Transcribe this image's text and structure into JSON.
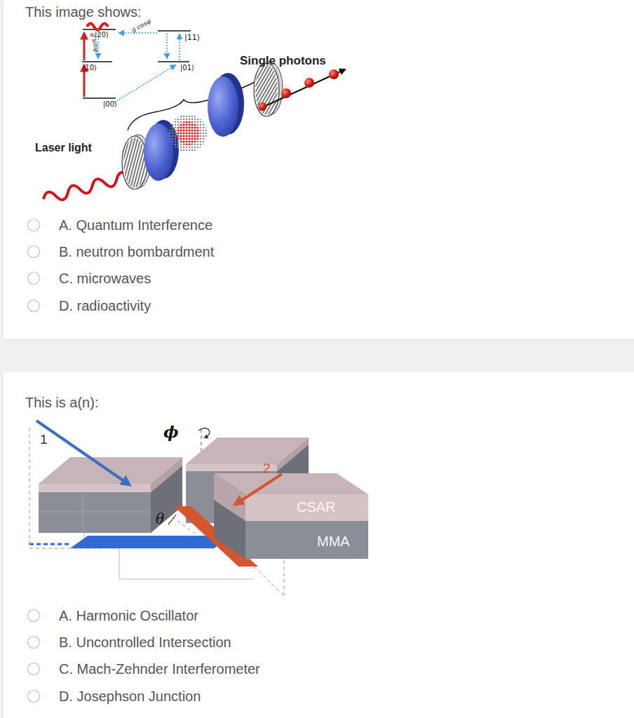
{
  "diagram": {
    "nodes": [
      {
        "text": [
          "This image shows:"
        ]
      },
      {
        "text": [
          "A. Quantum Interference"
        ],
        "in": 0
      },
      {
        "text": [
          "B. neutron bombardment"
        ],
        "in": 0
      },
      {
        "text": [
          "C. microwaves"
        ],
        "in": 0
      },
      {
        "text": [
          "D. radioactivity"
        ],
        "in": 0
      },
      {
        "text": [
          "This is a(n):"
        ]
      },
      {
        "text": [
          "A. Harmonic Oscillator"
        ],
        "in": 5
      },
      {
        "text": [
          "B. Uncontrolled Intersection"
        ],
        "in": 5
      },
      {
        "text": [
          "C. Mach-Zehnder Interferometer"
        ],
        "in": 5
      },
      {
        "text": [
          "D. Josephson Junction"
        ],
        "in": 5
      }
    ],
    "labels": [
      "|20⟩",
      "g sinφ",
      "g cosφ",
      "|11⟩",
      "|10⟩",
      "|01⟩",
      "|00⟩",
      "Single photons",
      "Laser light",
      "1",
      "ϕ",
      "2",
      "θ",
      "CSAR",
      "MMA"
    ]
  }
}
